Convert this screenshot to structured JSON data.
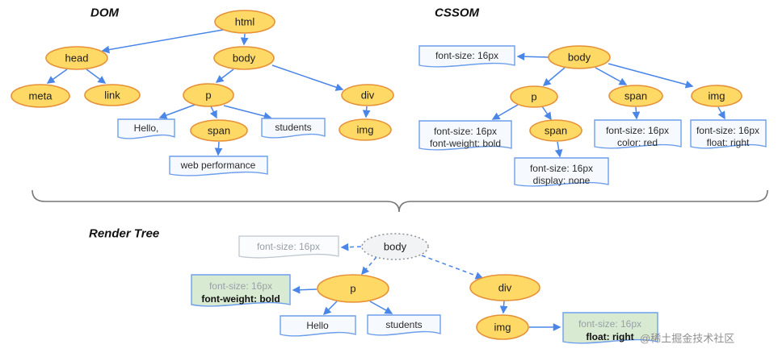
{
  "colors": {
    "node_fill": "#ffd966",
    "node_stroke": "#e69138",
    "edge_blue": "#4a86e8",
    "box_stroke": "#6d9eeb",
    "green_box_fill": "#d9ead3",
    "render_body_fill": "#f1f3f4"
  },
  "titles": {
    "dom": "DOM",
    "cssom": "CSSOM",
    "render": "Render Tree"
  },
  "watermark": "@稀土掘金技术社区",
  "dom": {
    "nodes": {
      "html": "html",
      "head": "head",
      "body": "body",
      "meta": "meta",
      "link": "link",
      "p": "p",
      "div": "div",
      "span": "span",
      "img": "img"
    },
    "texts": {
      "hello": "Hello,",
      "students": "students",
      "webperf": "web performance"
    }
  },
  "cssom": {
    "nodes": {
      "body": "body",
      "p": "p",
      "span": "span",
      "img": "img",
      "span2": "span"
    },
    "styles": {
      "body": [
        "font-size: 16px"
      ],
      "p": [
        "font-size: 16px",
        "font-weight: bold"
      ],
      "span": [
        "font-size: 16px",
        "color: red"
      ],
      "img": [
        "font-size: 16px",
        "float: right"
      ],
      "span2": [
        "font-size: 16px",
        "display: none"
      ]
    }
  },
  "render": {
    "nodes": {
      "body": "body",
      "p": "p",
      "div": "div",
      "img": "img"
    },
    "texts": {
      "hello": "Hello",
      "students": "students"
    },
    "styles": {
      "body": [
        "font-size: 16px"
      ],
      "p": [
        "font-size: 16px",
        "font-weight: bold"
      ],
      "img": [
        "font-size: 16px",
        "float: right"
      ]
    }
  }
}
